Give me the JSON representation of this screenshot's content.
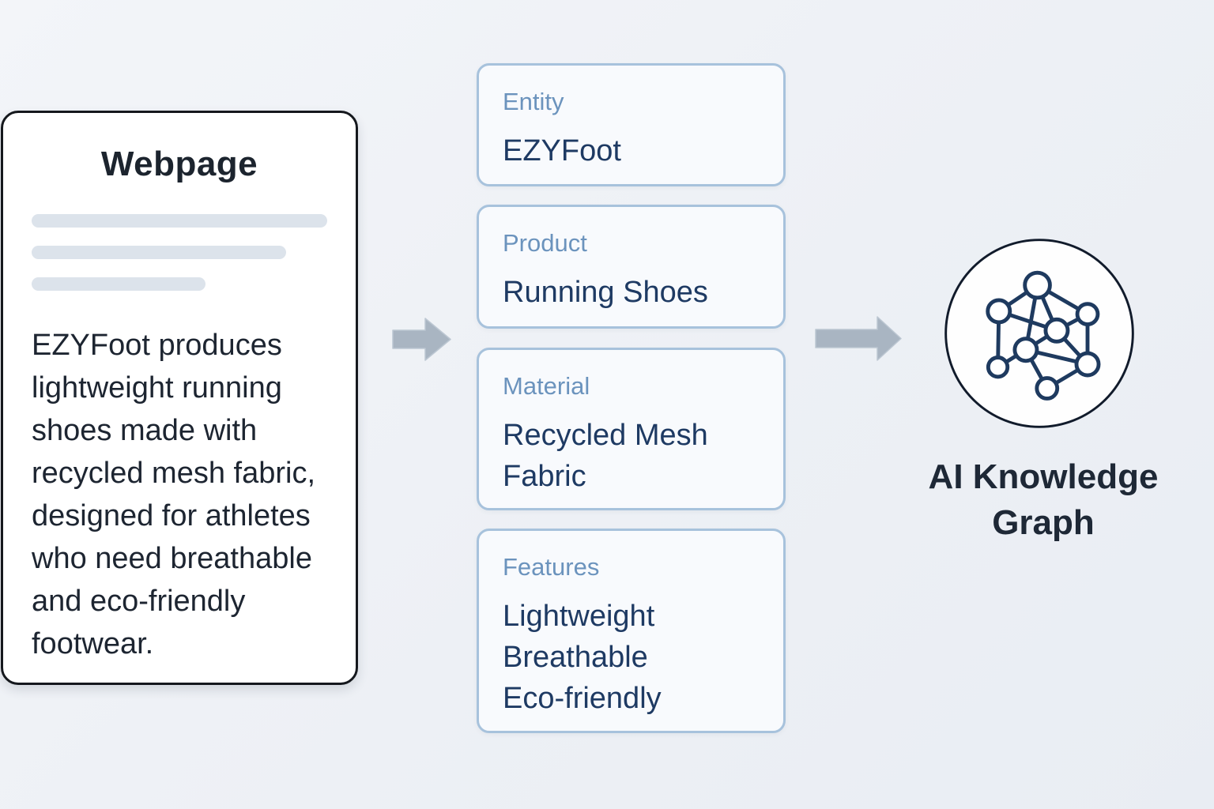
{
  "webpage_card": {
    "title": "Webpage",
    "body": "EZYFoot produces lightweight running shoes made with recycled mesh fabric, designed for athletes who need breathable and eco-friendly footwear."
  },
  "extraction_cards": [
    {
      "label": "Entity",
      "value": "EZYFoot"
    },
    {
      "label": "Product",
      "value": "Running Shoes"
    },
    {
      "label": "Material",
      "value": "Recycled Mesh Fabric"
    },
    {
      "label": "Features",
      "value": "Lightweight\nBreathable\nEco-friendly"
    }
  ],
  "knowledge_graph": {
    "label": "AI Knowledge Graph",
    "icon": "network-graph-icon"
  },
  "icons": {
    "flow_arrow": "block-arrow-right"
  },
  "colors": {
    "page_background": "#eef1f6",
    "webpage_card_border": "#15181d",
    "extraction_card_border": "#a7c2dc",
    "extraction_label": "#6b93bd",
    "extraction_value": "#1e3a63",
    "body_text": "#1d2531",
    "placeholder_bar": "#dce3eb",
    "arrow_fill": "#a9b5c2",
    "graph_icon": "#1e3a5f"
  }
}
